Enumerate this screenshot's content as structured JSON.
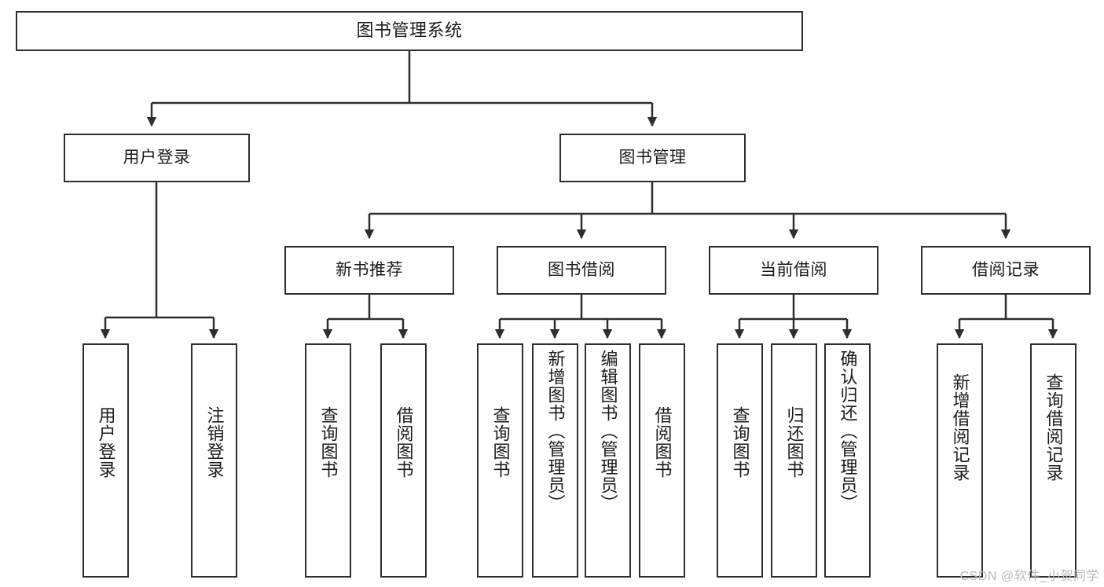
{
  "diagram": {
    "title_node": {
      "id": "root",
      "label": "图书管理系统"
    },
    "level2": [
      {
        "id": "user-login",
        "label": "用户登录"
      },
      {
        "id": "book-manage",
        "label": "图书管理"
      }
    ],
    "level3": [
      {
        "id": "new-book-rec",
        "label": "新书推荐"
      },
      {
        "id": "book-borrow",
        "label": "图书借阅"
      },
      {
        "id": "current-borrow",
        "label": "当前借阅"
      },
      {
        "id": "borrow-record",
        "label": "借阅记录"
      }
    ],
    "leaves": {
      "user_login": [
        {
          "id": "leaf-user-login",
          "label": "用户登录"
        },
        {
          "id": "leaf-logout-login",
          "label": "注销登录"
        }
      ],
      "new_book_rec": [
        {
          "id": "leaf-query-book-1",
          "label": "查询图书"
        },
        {
          "id": "leaf-borrow-book-1",
          "label": "借阅图书"
        }
      ],
      "book_borrow": [
        {
          "id": "leaf-query-book-2",
          "label": "查询图书"
        },
        {
          "id": "leaf-add-book",
          "label": "新增图书（管理员）"
        },
        {
          "id": "leaf-edit-book",
          "label": "编辑图书（管理员）"
        },
        {
          "id": "leaf-borrow-book-2",
          "label": "借阅图书"
        }
      ],
      "current_borrow": [
        {
          "id": "leaf-query-book-3",
          "label": "查询图书"
        },
        {
          "id": "leaf-return-book",
          "label": "归还图书"
        },
        {
          "id": "leaf-confirm-return",
          "label": "确认归还（管理员）"
        }
      ],
      "borrow_record": [
        {
          "id": "leaf-add-record",
          "label": "新增借阅记录"
        },
        {
          "id": "leaf-query-record",
          "label": "查询借阅记录"
        }
      ]
    },
    "colors": {
      "stroke": "#2e2e2e",
      "fill": "#ffffff",
      "text": "#1b1b1b",
      "watermark": "#b9b9b9"
    }
  },
  "watermark": {
    "text": "CSDN @软件_小贺同学"
  }
}
